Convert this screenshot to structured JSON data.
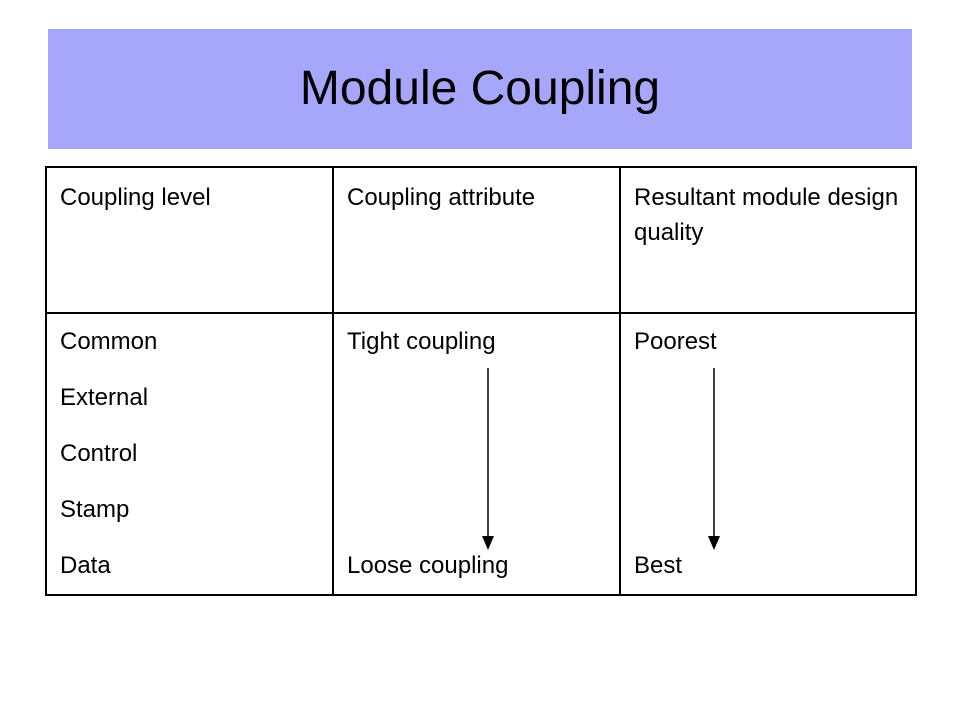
{
  "slide": {
    "title": "Module Coupling",
    "title_bar_color": "#a6a6fb"
  },
  "table": {
    "headers": [
      "Coupling level",
      "Coupling attribute",
      "Resultant module design quality"
    ],
    "levels": [
      "Common",
      "External",
      "Control",
      "Stamp",
      "Data"
    ],
    "attribute_top": "Tight coupling",
    "attribute_bottom": "Loose coupling",
    "quality_top": "Poorest",
    "quality_bottom": "Best"
  }
}
